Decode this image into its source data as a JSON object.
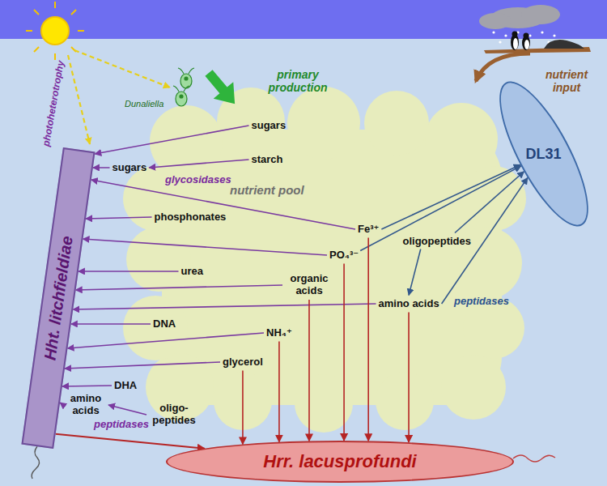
{
  "diagram": {
    "nodes": [
      {
        "text": [
          "Hht. litchfieldiae"
        ]
      },
      {
        "text": [
          "nutrient pool"
        ]
      },
      {
        "text": [
          "DL31"
        ]
      },
      {
        "text": [
          "Hrr. lacusprofundi"
        ]
      }
    ],
    "edges": [
      {
        "from": 0,
        "to": 3,
        "arrow": "to"
      }
    ],
    "labels": [
      "photoheterotrophy",
      "Dunaliella",
      "primary production",
      "nutrient input",
      "sugars",
      "starch",
      "glycosidases",
      "sugars",
      "Fe³⁺",
      "phosphonates",
      "PO₄³⁻",
      "oligopeptides",
      "urea",
      "organic acids",
      "peptidases",
      "amino acids",
      "DNA",
      "NH₄⁺",
      "glycerol",
      "DHA",
      "amino acids",
      "oligo-peptides",
      "peptidases"
    ]
  }
}
